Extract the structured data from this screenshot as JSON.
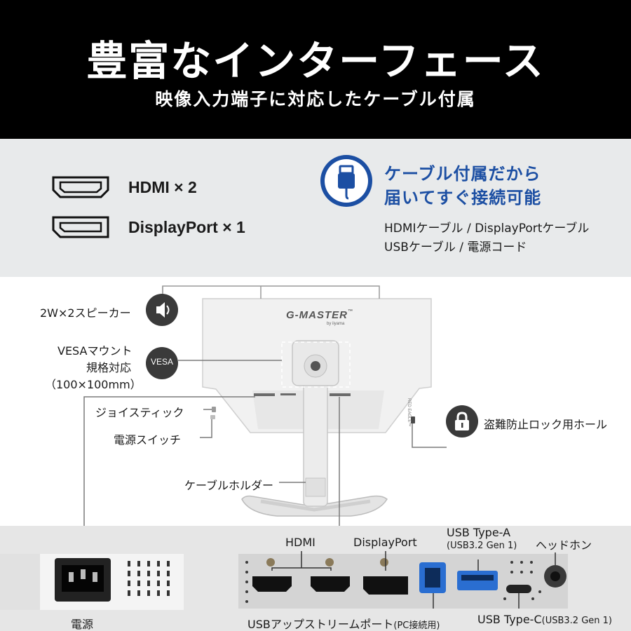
{
  "header": {
    "title": "豊富なインターフェース",
    "subtitle": "映像入力端子に対応したケーブル付属"
  },
  "interfaces": {
    "hdmi_label": "HDMI × 2",
    "displayport_label": "DisplayPort × 1"
  },
  "cables": {
    "heading_line1": "ケーブル付属だから",
    "heading_line2": "届いてすぐ接続可能",
    "list_line1": "HDMIケーブル / DisplayPortケーブル",
    "list_line2": "USBケーブル / 電源コード",
    "accent_color": "#1c4fa3"
  },
  "monitor": {
    "brand": "G-MASTER",
    "brand_tm": "™",
    "brand_by": "by iiyama",
    "side_text": "RED EAGLE™"
  },
  "features": {
    "speaker": "2W×2スピーカー",
    "vesa_line1": "VESAマウント",
    "vesa_line2": "規格対応",
    "vesa_line3": "（100×100mm）",
    "vesa_badge": "VESA",
    "joystick": "ジョイスティック",
    "power_switch": "電源スイッチ",
    "cable_holder": "ケーブルホルダー",
    "security_slot": "盗難防止ロック用ホール"
  },
  "ports": {
    "hdmi": "HDMI",
    "displayport": "DisplayPort",
    "usb_a": "USB Type-A",
    "usb_a_sub": "(USB3.2 Gen 1)",
    "headphone": "ヘッドホン",
    "power": "電源",
    "usb_upstream": "USBアップストリームポート",
    "usb_upstream_sub": "(PC接続用)",
    "usb_c": "USB Type-C",
    "usb_c_sub": "(USB3.2 Gen 1)"
  }
}
